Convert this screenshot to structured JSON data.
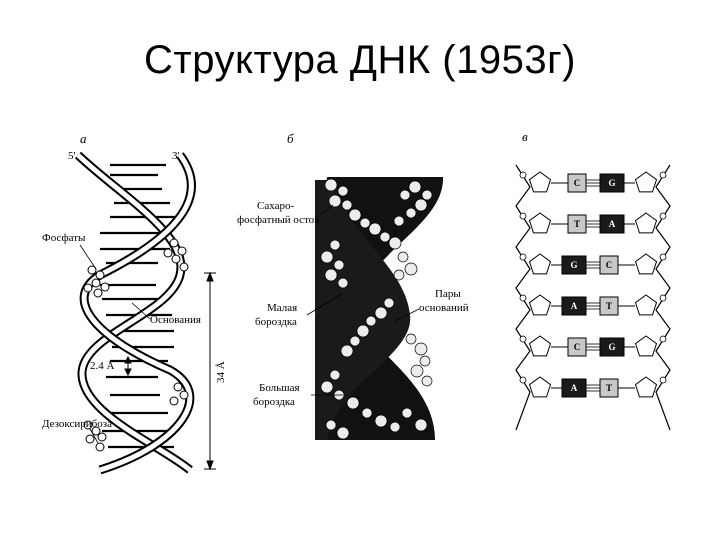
{
  "slide": {
    "title": "Структура ДНК (1953г)"
  },
  "panel_a": {
    "letter": "а",
    "end_left": "5'",
    "end_right": "3'",
    "label_phosphates": "Фосфаты",
    "label_bases": "Основания",
    "label_rise": "2.4 Å",
    "label_pitch": "34 Å",
    "label_deoxyribose": "Дезоксирибоза"
  },
  "panel_b": {
    "letter": "б",
    "label_backbone_1": "Сахаро-",
    "label_backbone_2": "фосфатный остов",
    "label_minor_1": "Малая",
    "label_minor_2": "бороздка",
    "label_pairs_1": "Пары",
    "label_pairs_2": "оснований",
    "label_major_1": "Большая",
    "label_major_2": "бороздка"
  },
  "panel_c": {
    "letter": "в",
    "pairs": [
      {
        "left": "C",
        "right": "G"
      },
      {
        "left": "T",
        "right": "A"
      },
      {
        "left": "G",
        "right": "C"
      },
      {
        "left": "A",
        "right": "T"
      },
      {
        "left": "C",
        "right": "G"
      },
      {
        "left": "A",
        "right": "T"
      }
    ],
    "colors": {
      "purine_dark": "#1a1a1a",
      "pyrimidine_light": "#c8c8c8"
    }
  }
}
